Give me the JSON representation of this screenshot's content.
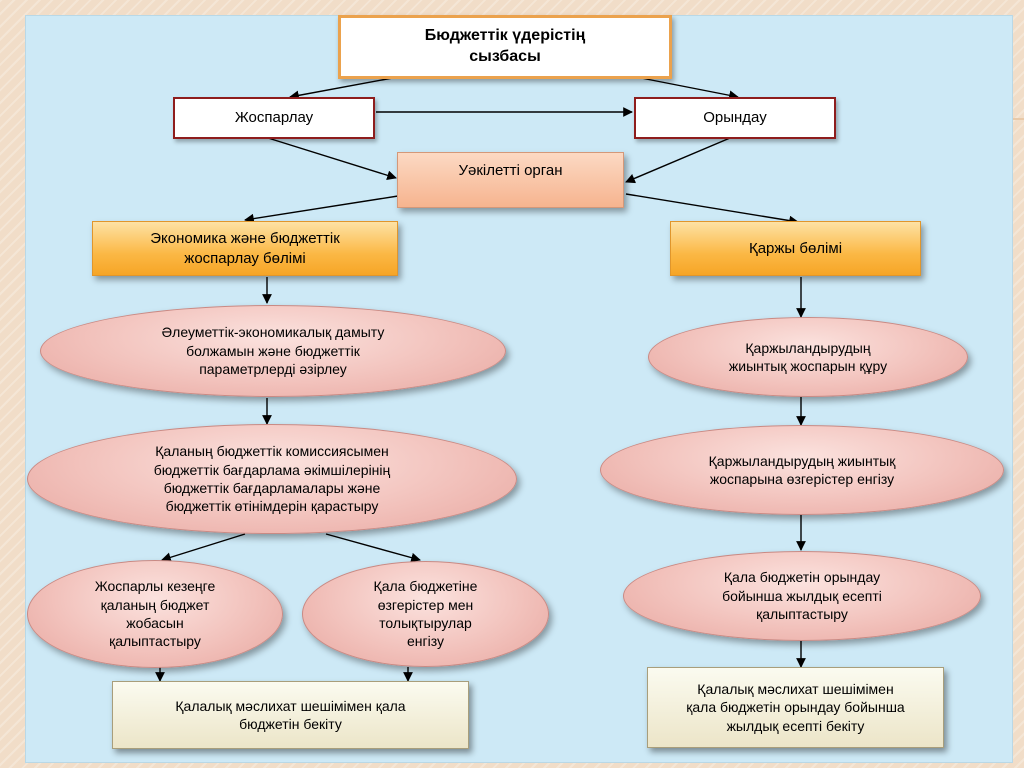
{
  "title": {
    "line1": "Бюджеттік үдерістің",
    "line2": "сызбасы"
  },
  "planning": "Жоспарлау",
  "execution": "Орындау",
  "authorized_body": "Уәкілетті орган",
  "economy_dept": {
    "line1": "Экономика және бюджеттік",
    "line2": "жоспарлау бөлімі"
  },
  "finance_dept": "Қаржы бөлімі",
  "left_steps": {
    "forecast": [
      "Әлеуметтік-экономикалық дамыту",
      "болжамын және бюджеттік",
      "параметрлерді әзірлеу"
    ],
    "commission": [
      "Қаланың бюджеттік комиссиясымен",
      "бюджеттік бағдарлама әкімшілерінің",
      "бюджеттік бағдарламалары және",
      "бюджеттік өтінімдерін қарастыру"
    ],
    "draft": [
      "Жоспарлы кезеңге",
      "қаланың бюджет",
      "жобасын",
      "қалыптастыру"
    ],
    "amendments": [
      "Қала бюджетіне",
      "өзгерістер мен",
      "толықтырулар",
      "енгізу"
    ],
    "approval": [
      "Қалалық мәслихат шешімімен қала",
      "бюджетін бекіту"
    ]
  },
  "right_steps": {
    "financing_plan": [
      "Қаржыландырудың",
      "жиынтық жоспарын құру"
    ],
    "plan_changes": [
      "Қаржыландырудың жиынтық",
      "жоспарына өзгерістер енгізу"
    ],
    "annual_report": [
      "Қала бюджетін орындау",
      "бойынша жылдық есепті",
      "қалыптастыру"
    ],
    "report_approval": [
      "Қалалық мәслихат шешімімен",
      "қала бюджетін орындау бойынша",
      "жылдық есепті бекіту"
    ]
  }
}
